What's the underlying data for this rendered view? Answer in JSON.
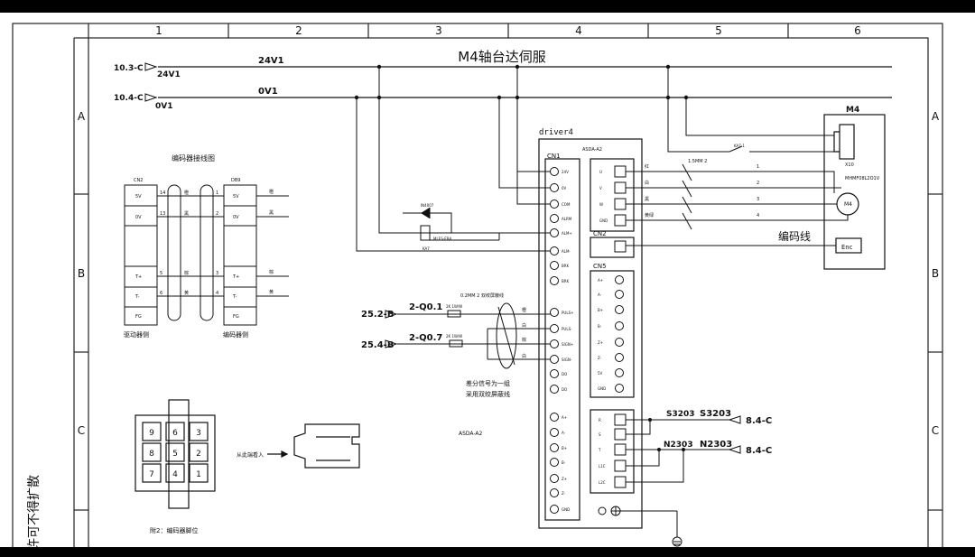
{
  "title": "M4轴台达伺服",
  "grid": {
    "columns": [
      "1",
      "2",
      "3",
      "4",
      "5",
      "6"
    ],
    "rows": [
      "A",
      "B",
      "C"
    ]
  },
  "margin_note": "许可不得扩散",
  "power": {
    "in1": "10.3-C",
    "net1": "24V1",
    "net1_label": "24V1",
    "in2": "10.4-C",
    "net2": "0V1",
    "net2_label": "0V1"
  },
  "encoder_wiring": {
    "title": "编码器接线图",
    "left_header": "CN2",
    "right_header": "DB9",
    "rows": [
      {
        "l": "5V",
        "n1": "14",
        "c": "橙",
        "n2": "1",
        "r": "5V",
        "w": "橙"
      },
      {
        "l": "0V",
        "n1": "13",
        "c": "黑",
        "n2": "2",
        "r": "0V",
        "w": "黑"
      },
      {
        "l": "T+",
        "n1": "5",
        "c": "棕",
        "n2": "3",
        "r": "T+",
        "w": "棕"
      },
      {
        "l": "T-",
        "n1": "6",
        "c": "黄",
        "n2": "4",
        "r": "T-",
        "w": "黄"
      },
      {
        "l": "FG",
        "n1": "",
        "c": "",
        "n2": "",
        "r": "FG",
        "w": ""
      }
    ],
    "left_caption": "驱动器侧",
    "right_caption": "编码器侧"
  },
  "connector": {
    "pins": [
      "9",
      "6",
      "3",
      "8",
      "5",
      "2",
      "7",
      "4",
      "1"
    ],
    "arrow_label": "从此端看入",
    "caption": "附2：编码器脚位"
  },
  "driver": {
    "name": "driver4",
    "model_small": "ASDA-A2",
    "cn1": "CN1",
    "cn2": "CN2",
    "cn5": "CN5",
    "cn1_pins": [
      "24V",
      "0V",
      "COM",
      "ALRM",
      "ALM+",
      "ALM-",
      "BRK",
      "BRK",
      "",
      "PULS+",
      "PULS-",
      "SIGN+",
      "SIGN-",
      "DO",
      "DO",
      "",
      "A+",
      "A-",
      "B+",
      "B-",
      "Z+",
      "Z-",
      "GND"
    ],
    "motor_terminals": [
      "U",
      "V",
      "W",
      "GND"
    ],
    "cn5_pins": [
      "A+",
      "A-",
      "B+",
      "B-",
      "Z+",
      "Z-",
      "5V",
      "GND"
    ],
    "power_terminals": [
      "R",
      "S",
      "T",
      "L1C",
      "L2C"
    ],
    "model_label": "ASDA-A2"
  },
  "relay": {
    "diode": "IN4007",
    "coil": "KA7",
    "contact": "MLES-EBA"
  },
  "signals": {
    "pulse_in": "25.2-B",
    "pulse_addr": "2-Q0.1",
    "dir_in": "25.4-B",
    "dir_addr": "2-Q0.7",
    "res1": "2K 1W/W",
    "res2": "2K 1W/W",
    "cable": "0.2MM 2 双绞屏蔽线",
    "note_line1": "差分信号为一组",
    "note_line2": "采用双绞屏蔽线",
    "wire_colors": [
      "橙",
      "白",
      "棕",
      "白"
    ]
  },
  "motor": {
    "label": "M4",
    "plug": "X10",
    "model": "MHMF08L2O1V",
    "breaker": "KA7-1",
    "cable": "1.5MM 2",
    "phases": [
      {
        "c": "红",
        "n": "1"
      },
      {
        "c": "白",
        "n": "2"
      },
      {
        "c": "黑",
        "n": "3"
      },
      {
        "c": "黄绿",
        "n": "4"
      }
    ],
    "encoder_cable": "编码线",
    "enc": "Enc"
  },
  "supply": {
    "n1": "S3203",
    "n1_label": "S3203",
    "ref1": "8.4-C",
    "n2": "N2303",
    "n2_label": "N2303",
    "ref2": "8.4-C"
  }
}
